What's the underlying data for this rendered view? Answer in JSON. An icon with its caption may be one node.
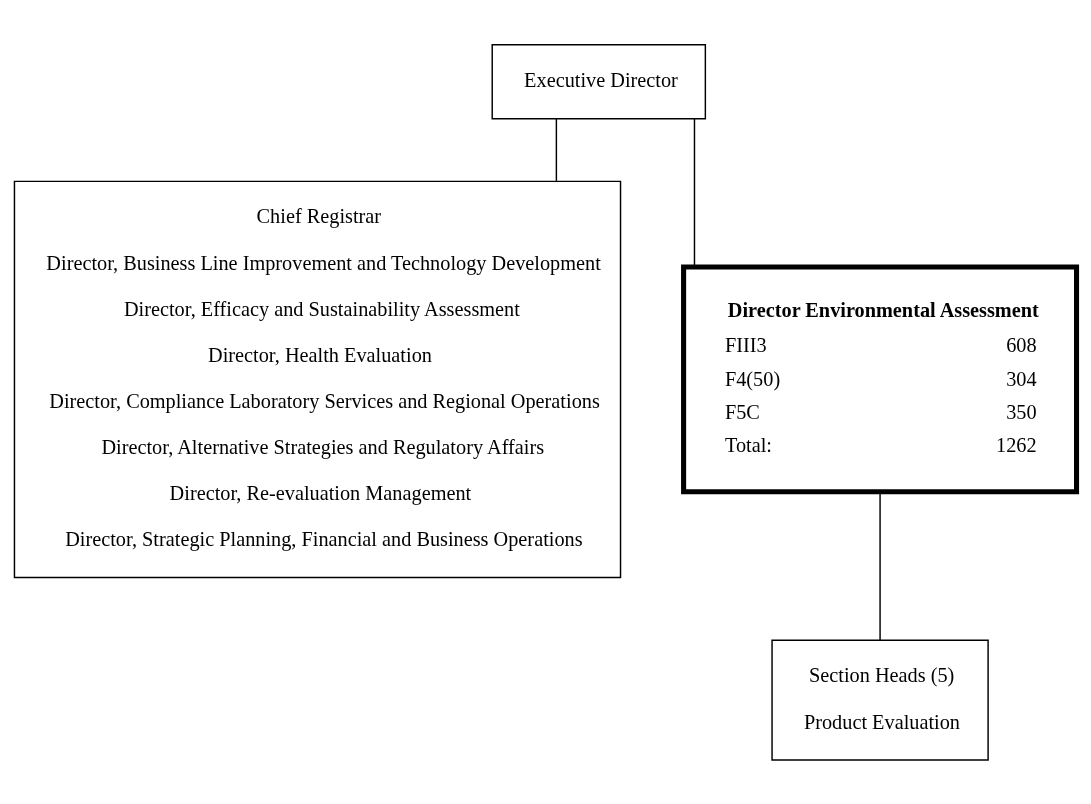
{
  "diagram": {
    "nodes": [
      {
        "text": [
          "Executive Director"
        ]
      },
      {
        "text": [
          "Chief Registrar",
          "Director, Business Line Improvement and Technology Development",
          "Director, Efficacy and Sustainability Assessment",
          "Director, Health Evaluation",
          "Director, Compliance Laboratory Services and Regional Operations",
          "Director, Alternative Strategies and Regulatory Affairs",
          "Director, Re-evaluation Management",
          "Director, Strategic Planning, Financial and Business Operations"
        ]
      },
      {
        "text": [
          "Director Environmental Assessment",
          "FIII3",
          "608",
          "F4(50)",
          "304",
          "F5C",
          "350",
          "Total:",
          "1262"
        ]
      },
      {
        "text": [
          "Section Heads (5)",
          "Product Evaluation"
        ]
      }
    ],
    "edges": [
      {
        "from": 0,
        "to": 1,
        "arrow": "none"
      },
      {
        "from": 0,
        "to": 2,
        "arrow": "none"
      },
      {
        "from": 2,
        "to": 3,
        "arrow": "none"
      }
    ]
  }
}
